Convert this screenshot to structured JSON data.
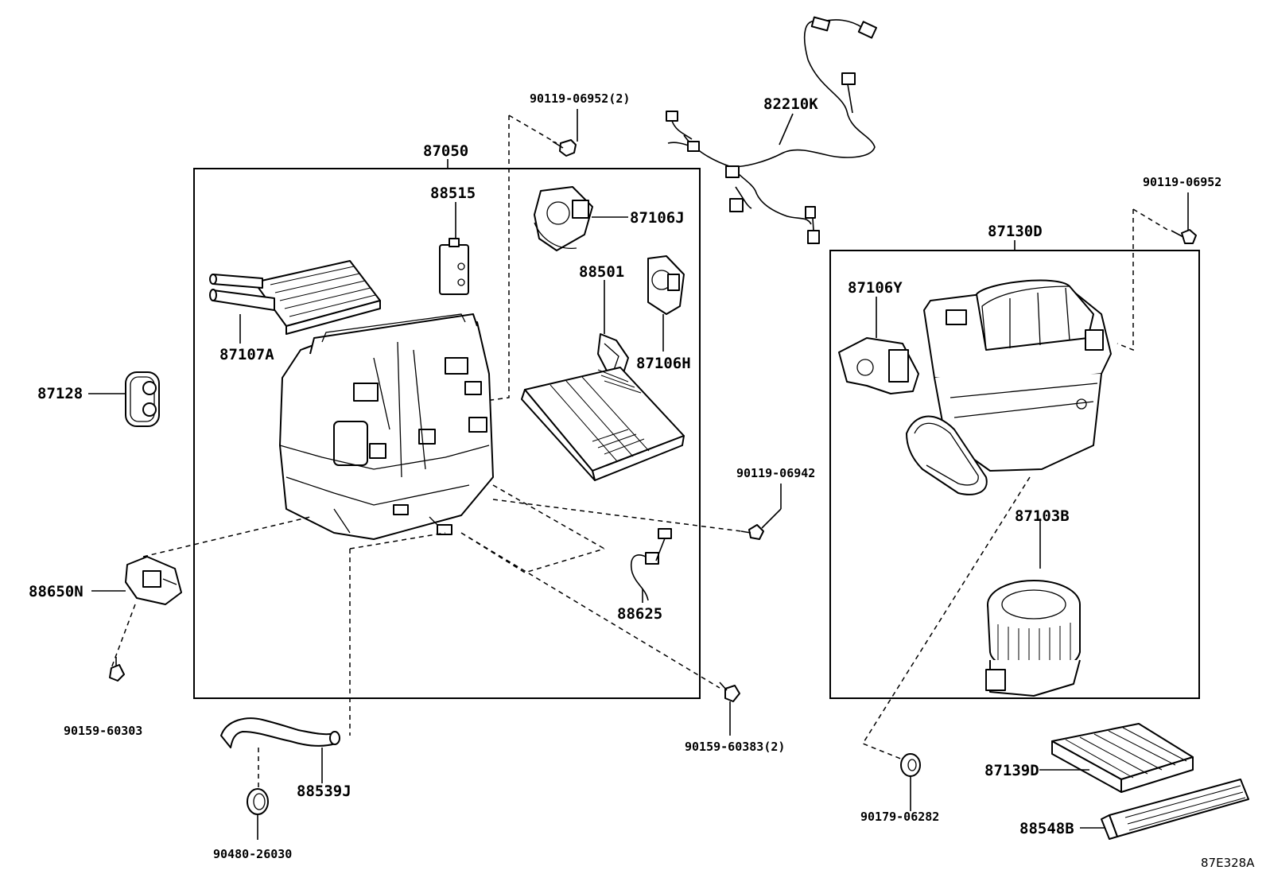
{
  "diagram_code": "87E328A",
  "labels": {
    "p87050": "87050",
    "p88515": "88515",
    "p87106J": "87106J",
    "p88501": "88501",
    "p87106H": "87106H",
    "p87107A": "87107A",
    "p87128": "87128",
    "p88650N": "88650N",
    "p90159_60303": "90159-60303",
    "p88539J": "88539J",
    "p90480_26030": "90480-26030",
    "p88625": "88625",
    "p90159_60383": "90159-60383(2)",
    "p90119_06942": "90119-06942",
    "p90119_06952_2": "90119-06952(2)",
    "p82210K": "82210K",
    "p90119_06952": "90119-06952",
    "p87130D": "87130D",
    "p87106Y": "87106Y",
    "p87103B": "87103B",
    "p90179_06282": "90179-06282",
    "p87139D": "87139D",
    "p88548B": "88548B"
  },
  "parts": {
    "heater_core": "heater-core",
    "expansion_valve": "expansion-valve",
    "damper_servo_j": "damper-servo",
    "evaporator_temp_sensor": "sensor-bracket",
    "damper_servo_h": "damper-servo",
    "evaporator": "evaporator",
    "heater_unit_case": "heater-case",
    "grommet": "grommet",
    "blower_resistor": "resistor",
    "drain_hose": "hose",
    "clamp": "clamp",
    "wire_harness": "harness",
    "blower_case": "blower-case",
    "blower_motor": "blower-motor",
    "filter": "filter",
    "filter_cover": "filter-cover"
  }
}
